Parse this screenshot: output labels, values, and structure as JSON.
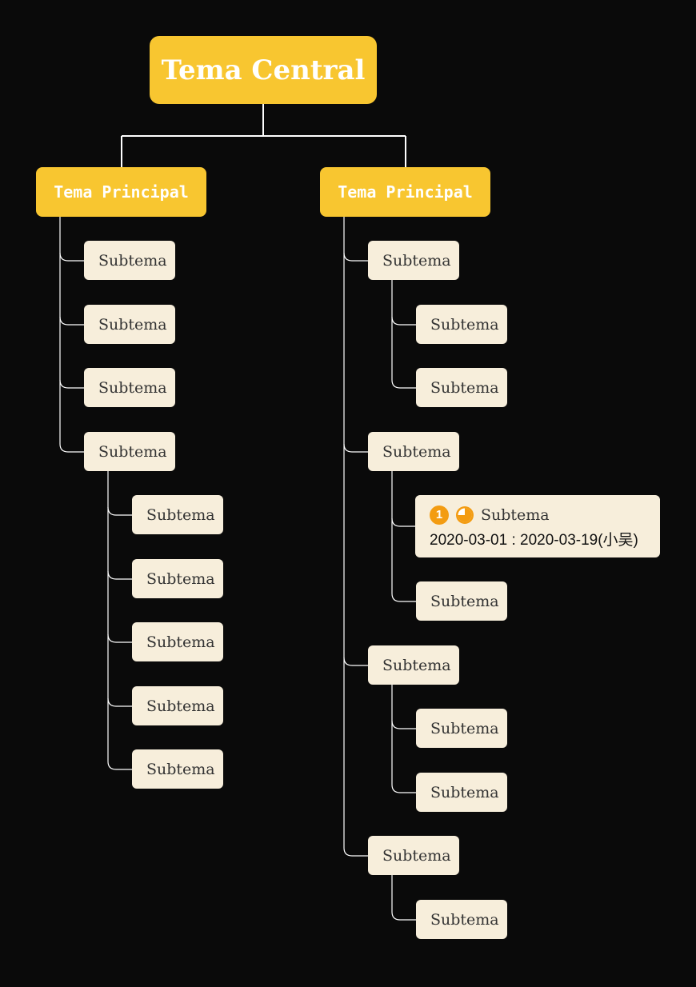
{
  "colors": {
    "background": "#0a0a0a",
    "topic": "#f8c630",
    "subtopic": "#f7eedb",
    "line": "#ffffff",
    "priority": "#f39c12"
  },
  "central": {
    "label": "Tema Central"
  },
  "main_topics": [
    {
      "label": "Tema Principal",
      "subtopics": [
        {
          "label": "Subtema"
        },
        {
          "label": "Subtema"
        },
        {
          "label": "Subtema"
        },
        {
          "label": "Subtema",
          "children": [
            {
              "label": "Subtema"
            },
            {
              "label": "Subtema"
            },
            {
              "label": "Subtema"
            },
            {
              "label": "Subtema"
            },
            {
              "label": "Subtema"
            }
          ]
        }
      ]
    },
    {
      "label": "Tema Principal",
      "subtopics": [
        {
          "label": "Subtema",
          "children": [
            {
              "label": "Subtema"
            },
            {
              "label": "Subtema"
            }
          ]
        },
        {
          "label": "Subtema",
          "children": [
            {
              "label": "Subtema",
              "task": {
                "priority": "1",
                "progress_icon": "progress-75-icon",
                "progress": 0.75,
                "dates": "2020-03-01 : 2020-03-19(小吴)"
              }
            },
            {
              "label": "Subtema"
            }
          ]
        },
        {
          "label": "Subtema",
          "children": [
            {
              "label": "Subtema"
            },
            {
              "label": "Subtema"
            }
          ]
        },
        {
          "label": "Subtema",
          "children": [
            {
              "label": "Subtema"
            }
          ]
        }
      ]
    }
  ]
}
